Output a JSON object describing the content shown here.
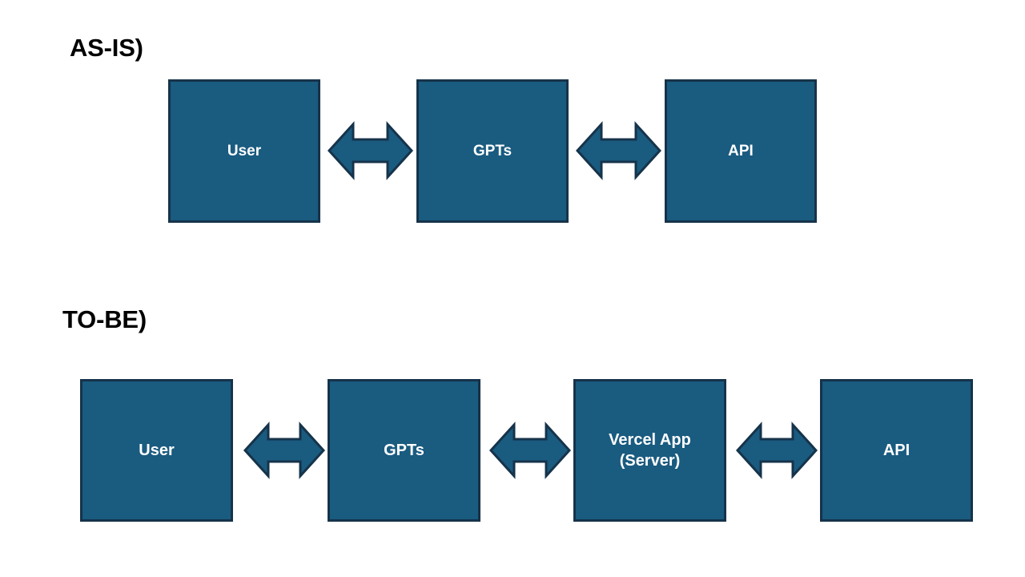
{
  "diagram": {
    "background_color": "#FFFFFF",
    "node_fill_color": "#1A5B80",
    "node_border_color": "#16334A",
    "node_text_color": "#FFFFFF",
    "label_text_color": "#000000",
    "sections": [
      {
        "id": "as-is",
        "label": "AS-IS)",
        "nodes": [
          {
            "id": "user",
            "label": "User"
          },
          {
            "id": "gpts",
            "label": "GPTs"
          },
          {
            "id": "api",
            "label": "API"
          }
        ],
        "connectors": [
          {
            "id": "user-gpts",
            "type": "double-arrow",
            "from": "user",
            "to": "gpts"
          },
          {
            "id": "gpts-api",
            "type": "double-arrow",
            "from": "gpts",
            "to": "api"
          }
        ]
      },
      {
        "id": "to-be",
        "label": "TO-BE)",
        "nodes": [
          {
            "id": "user",
            "label": "User"
          },
          {
            "id": "gpts",
            "label": "GPTs"
          },
          {
            "id": "vercel",
            "label": "Vercel App\n(Server)"
          },
          {
            "id": "api",
            "label": "API"
          }
        ],
        "connectors": [
          {
            "id": "user-gpts",
            "type": "double-arrow",
            "from": "user",
            "to": "gpts"
          },
          {
            "id": "gpts-vercel",
            "type": "double-arrow",
            "from": "gpts",
            "to": "vercel"
          },
          {
            "id": "vercel-api",
            "type": "double-arrow",
            "from": "vercel",
            "to": "api"
          }
        ]
      }
    ]
  }
}
